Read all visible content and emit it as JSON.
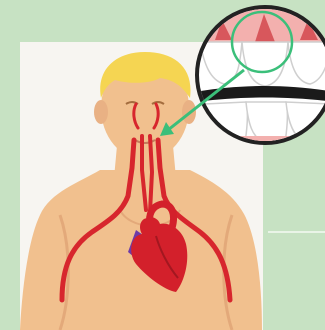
{
  "diagram": {
    "parts": [
      {
        "name": "head",
        "icon": "person-head-icon"
      },
      {
        "name": "hair",
        "icon": "hair-icon"
      },
      {
        "name": "torso",
        "icon": "torso-icon"
      },
      {
        "name": "heart",
        "icon": "heart-icon"
      },
      {
        "name": "arteries",
        "icon": "artery-icon"
      },
      {
        "name": "gum-magnifier",
        "icon": "magnifier-icon"
      },
      {
        "name": "pointer-arrow",
        "icon": "arrow-icon"
      }
    ]
  },
  "colors": {
    "background": "#c7e2c3",
    "panel": "#f7f5f1",
    "skin": "#f1c08e",
    "skin_shadow": "#e3a97a",
    "hair": "#f5d552",
    "artery": "#d7262d",
    "heart": "#d3202b",
    "heart_vein": "#6d3aa8",
    "gum": "#f3b0ae",
    "gum_dark": "#d8575c",
    "pointer": "#3bbf7a"
  }
}
